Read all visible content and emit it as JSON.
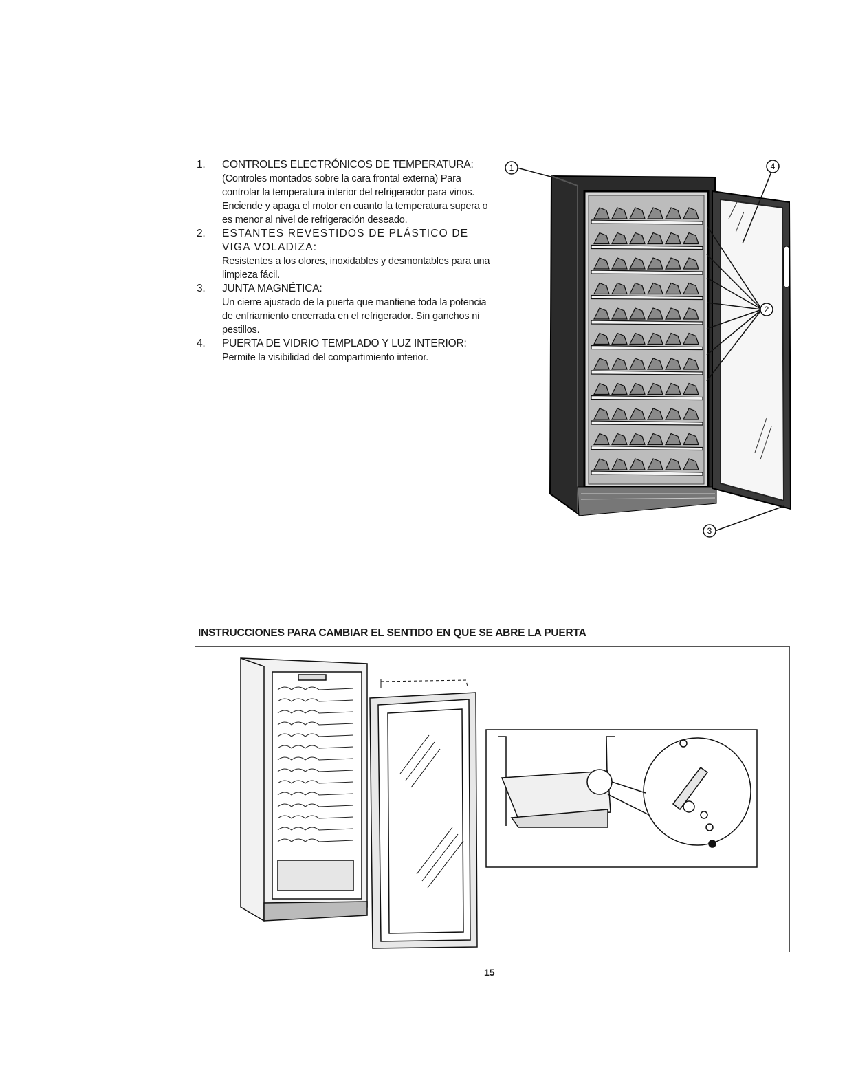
{
  "features": [
    {
      "number": "1.",
      "heading": "CONTROLES ELECTRÓNICOS DE TEMPERATURA:",
      "body": "(Controles montados sobre la cara frontal externa) Para controlar la temperatura interior del refrigerador para vinos. Enciende y apaga el motor en cuanto la temperatura supera o es menor al nivel de refrigeración deseado."
    },
    {
      "number": "2.",
      "heading": "ESTANTES REVESTIDOS DE PLÁSTICO DE VIGA VOLADIZA:",
      "body": "Resistentes a los olores, inoxidables y desmontables para una limpieza fácil."
    },
    {
      "number": "3.",
      "heading": "JUNTA MAGNÉTICA:",
      "body": "Un cierre ajustado de la puerta que mantiene toda la potencia de enfriamiento encerrada en el refrigerador. Sin ganchos ni pestillos."
    },
    {
      "number": "4.",
      "heading": "PUERTA DE VIDRIO TEMPLADO Y LUZ INTERIOR:",
      "body": "Permite la visibilidad del compartimiento interior."
    }
  ],
  "callouts": [
    "1",
    "2",
    "3",
    "4"
  ],
  "section_title": "INSTRUCCIONES PARA CAMBIAR EL SENTIDO EN QUE SE ABRE LA PUERTA",
  "page_number": "15"
}
